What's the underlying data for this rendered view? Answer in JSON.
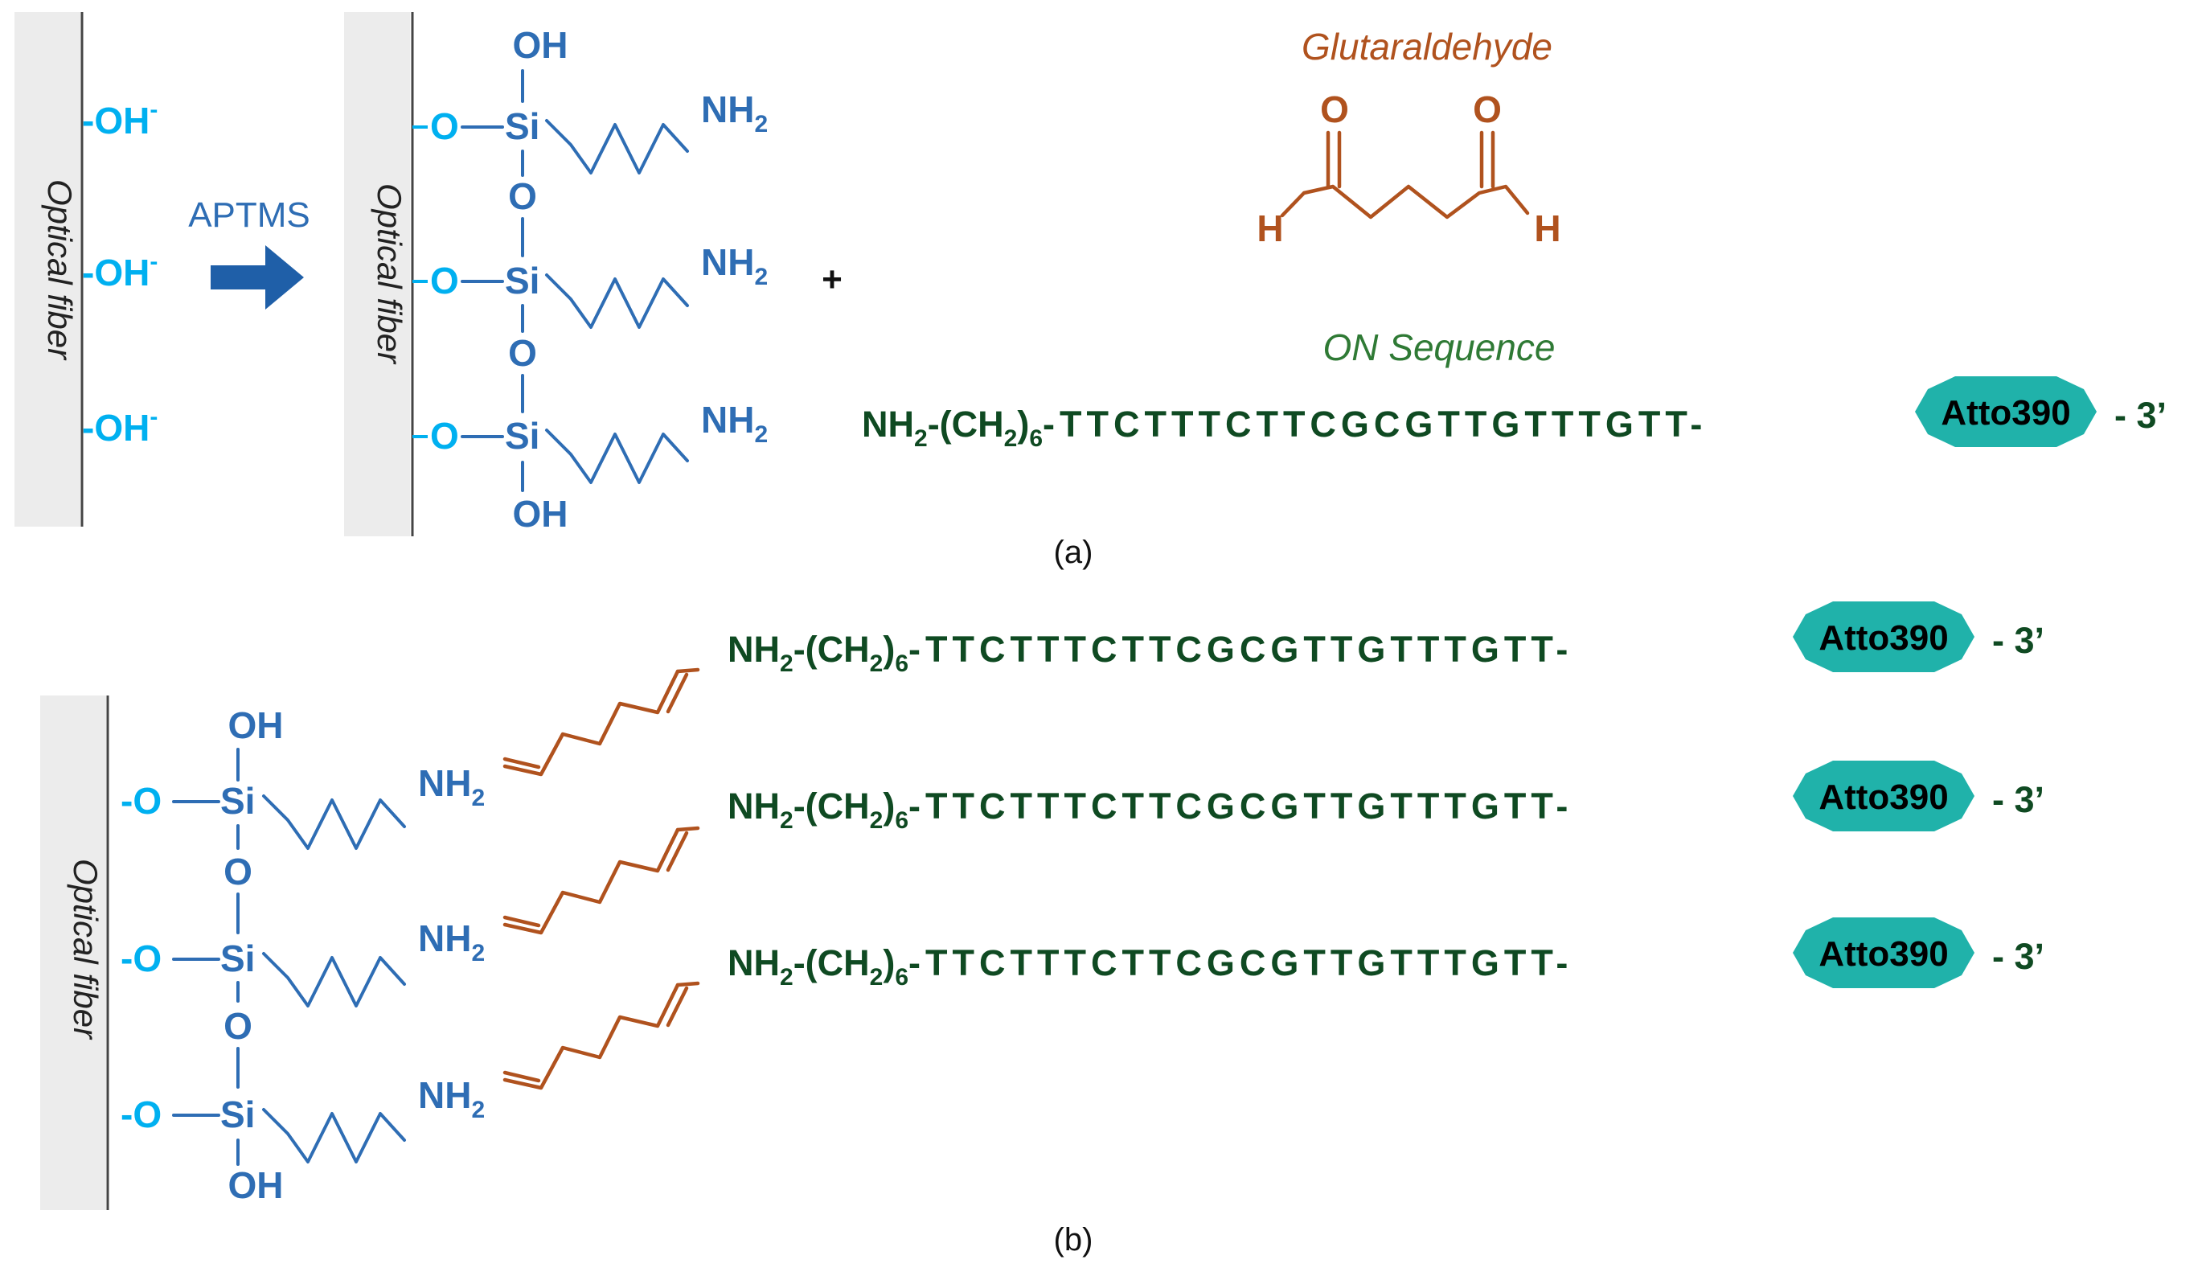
{
  "panel_a": {
    "fiber_label": "Optical fiber",
    "hydroxyl_label": "-OH",
    "hydroxyl_charge": "-",
    "reagent_label": "APTMS",
    "plus_sign": "+",
    "silane": {
      "si_label": "Si",
      "oxygen_label": "O",
      "surface_o_label": "-O",
      "hydroxyl_label": "OH",
      "amine_label": "NH",
      "amine_subscript": "2"
    },
    "glutaraldehyde": {
      "title": "Glutaraldehyde",
      "oxygen_label": "O",
      "hydrogen_label": "H"
    },
    "sequence": {
      "title": "ON Sequence",
      "prefix": "NH",
      "prefix_sub": "2",
      "linker_open": "-(CH",
      "linker_sub1": "2",
      "linker_close": ")",
      "linker_sub2": "6",
      "bases": "-TTCTTTCTTCGCGTTGTTTGTT-",
      "dye": "Atto390",
      "end": "- 3’"
    },
    "caption": "(a)"
  },
  "panel_b": {
    "fiber_label": "Optical fiber",
    "caption": "(b)"
  },
  "colors": {
    "hydroxyl": "#00b0f0",
    "silane": "#2e6db4",
    "glutaraldehyde": "#b0521e",
    "oligo": "#0f4a22",
    "dye_fill": "#20b2aa",
    "fiber_fill": "#ececec"
  }
}
